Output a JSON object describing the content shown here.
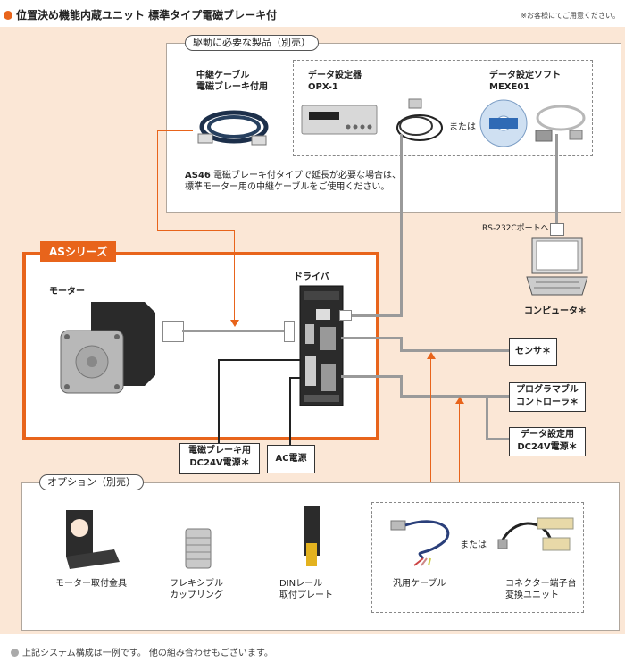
{
  "title": "位置決め機能内蔵ユニット 標準タイプ電磁ブレーキ付",
  "note_top": "※お客様にてご用意ください。",
  "required_section": {
    "label": "駆動に必要な製品（別売）",
    "relay_cable": {
      "line1": "中継ケーブル",
      "line2": "電磁ブレーキ付用"
    },
    "data_setter": {
      "line1": "データ設定器",
      "line2": "OPX-1"
    },
    "data_software": {
      "line1": "データ設定ソフト",
      "line2": "MEXE01"
    },
    "or_text": "または",
    "note_bold": "AS46",
    "note_rest": " 電磁ブレーキ付タイプで延長が必要な場合は、",
    "note_line2": "標準モーター用の中継ケーブルをご使用ください。"
  },
  "rs232c": "RS-232Cポートへ",
  "computer": "コンピュータ＊",
  "as_series": {
    "label": "ASシリーズ",
    "motor": "モーター",
    "driver": "ドライバ"
  },
  "sensor": "センサ＊",
  "plc": {
    "line1": "プログラマブル",
    "line2": "コントローラ＊"
  },
  "dc_power_data": {
    "line1": "データ設定用",
    "line2": "DC24V電源＊"
  },
  "brake_power": {
    "line1": "電磁ブレーキ用",
    "line2": "DC24V電源＊"
  },
  "ac_power": "AC電源",
  "option_section": {
    "label": "オプション（別売）",
    "mount": "モーター取付金具",
    "coupling": {
      "line1": "フレキシブル",
      "line2": "カップリング"
    },
    "din": {
      "line1": "DINレール",
      "line2": "取付プレート"
    },
    "cable": "汎用ケーブル",
    "or_text": "または",
    "terminal": {
      "line1": "コネクター端子台",
      "line2": "変換ユニット"
    }
  },
  "footer": "上記システム構成は一例です。 他の組み合わせもございます。",
  "colors": {
    "accent": "#e8641b",
    "background": "#fbe7d6",
    "line_gray": "#9a9a9a"
  }
}
